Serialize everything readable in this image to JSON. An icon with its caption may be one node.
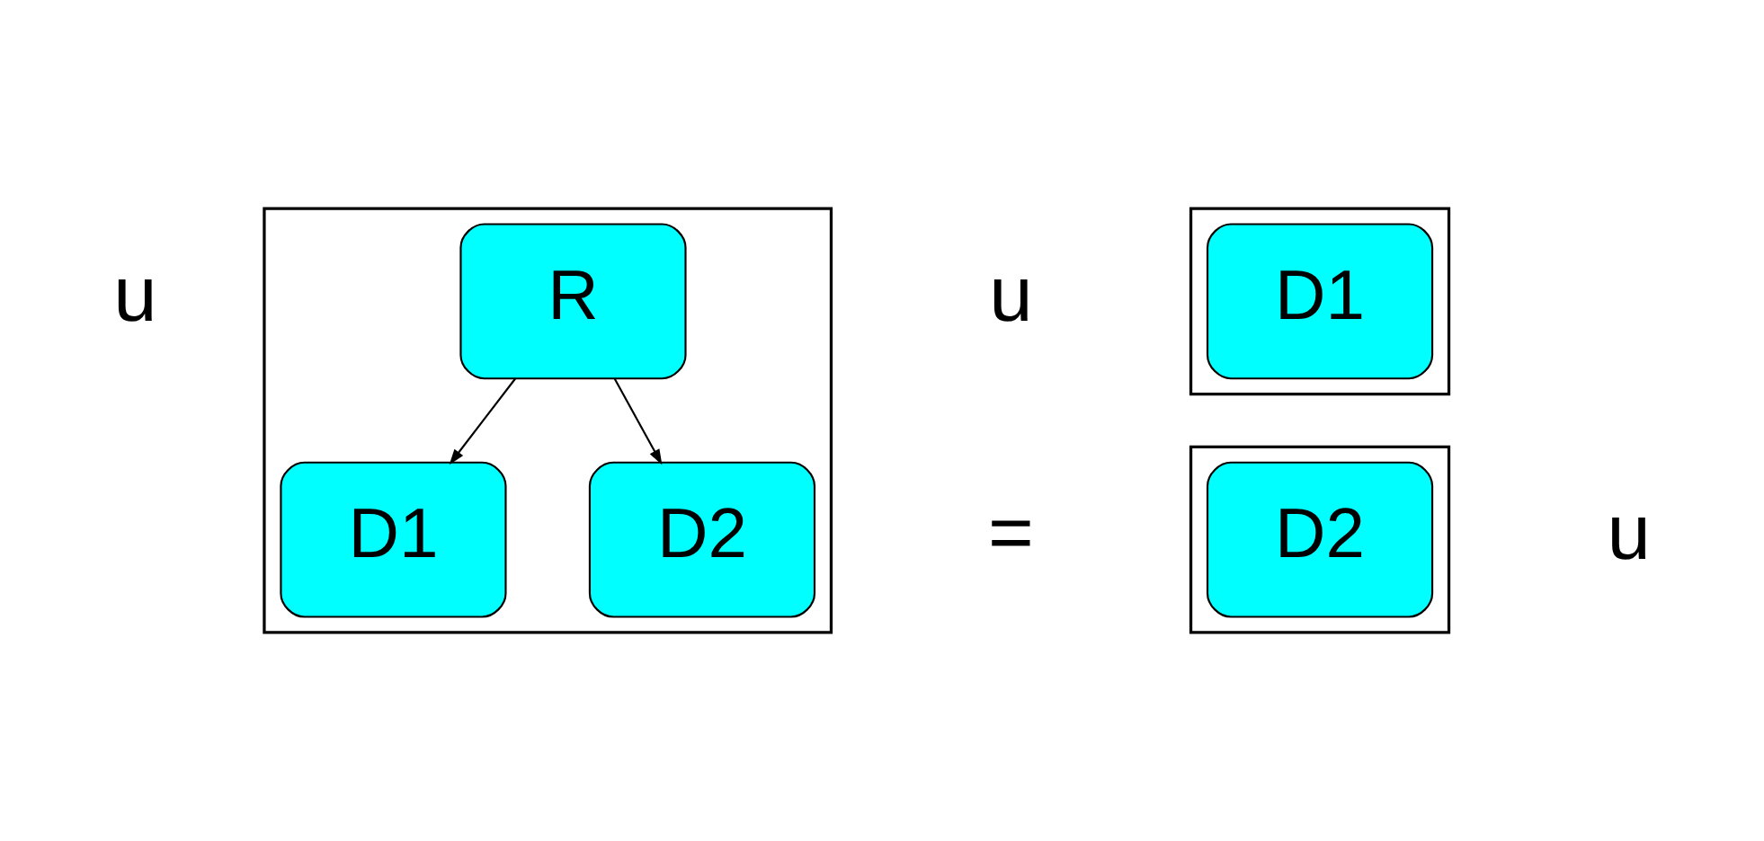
{
  "diagram": {
    "nodes": [
      {
        "text": [],
        "shape": "bracket",
        "beside": [
          "u"
        ]
      },
      {
        "text": [
          "R"
        ],
        "in": 0
      },
      {
        "text": [
          "D1"
        ],
        "in": 0
      },
      {
        "text": [
          "D2"
        ],
        "in": 0
      },
      {
        "text": [],
        "shape": "bracket",
        "beside": [
          "u"
        ]
      },
      {
        "text": [
          "D1"
        ],
        "in": 4
      },
      {
        "text": [],
        "shape": "bracket",
        "beside": [
          "u"
        ]
      },
      {
        "text": [
          "D2"
        ],
        "in": 6
      }
    ],
    "edges": [
      {
        "from": 1,
        "to": 2,
        "arrow": "to"
      },
      {
        "from": 1,
        "to": 3,
        "arrow": "to"
      }
    ],
    "labels": [
      "="
    ]
  }
}
